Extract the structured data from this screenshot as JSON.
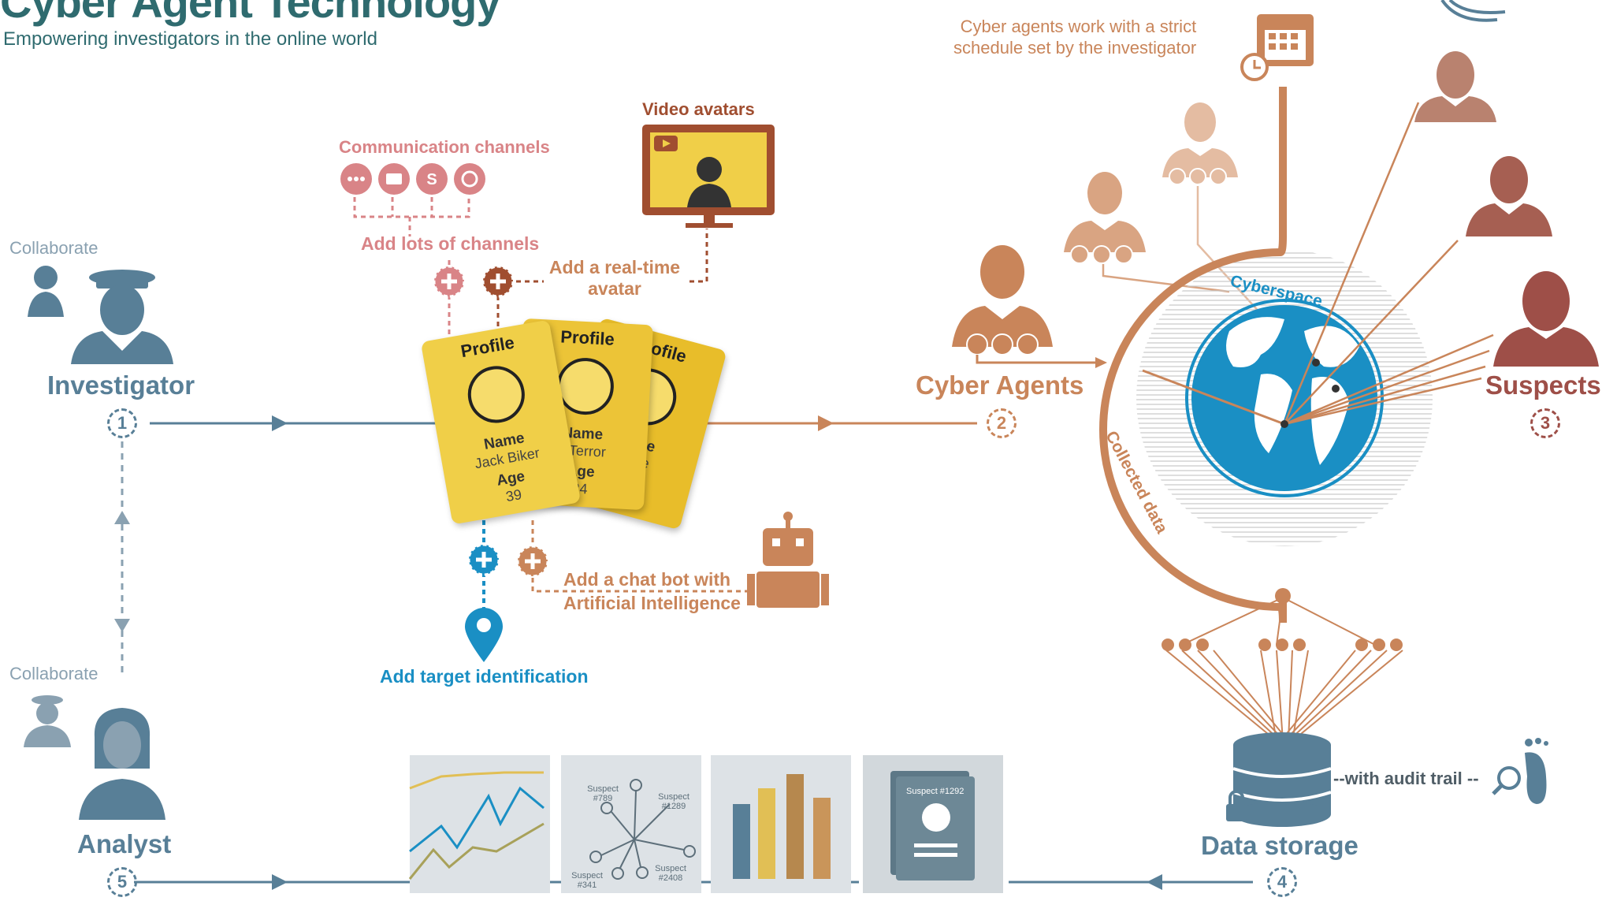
{
  "header": {
    "title": "Cyber Agent Technology",
    "subtitle": "Empowering investigators in the online world"
  },
  "schedule_note": {
    "line1": "Cyber agents work with a strict",
    "line2": "schedule set by the investigator"
  },
  "investigator": {
    "collaborate": "Collaborate",
    "label": "Investigator",
    "step": "1"
  },
  "analyst": {
    "collaborate": "Collaborate",
    "label": "Analyst",
    "step": "5"
  },
  "channels": {
    "title": "Communication channels",
    "add_label": "Add lots of channels",
    "icons": [
      "chat-bubble-icon",
      "mail-icon",
      "skype-icon",
      "whatsapp-icon"
    ]
  },
  "video": {
    "title": "Video avatars",
    "add_line1": "Add a real-time",
    "add_line2": "avatar"
  },
  "profiles": [
    {
      "header": "Profile",
      "name_label": "Name",
      "name": "Jack Biker",
      "age_label": "Age",
      "age": "39"
    },
    {
      "header": "Profile",
      "name_label": "Name",
      "name": "n Terror",
      "age_label": "Age",
      "age": "24"
    },
    {
      "header": "Profile",
      "name_label": "Name",
      "name": "veetie",
      "age_label": "ge",
      "age": ""
    }
  ],
  "chatbot": {
    "line1": "Add a chat bot with",
    "line2": "Artificial Intelligence"
  },
  "target": {
    "label": "Add target identification"
  },
  "agents": {
    "label": "Cyber Agents",
    "step": "2"
  },
  "cyberspace": {
    "label": "Cyberspace",
    "collected": "Collected data"
  },
  "suspects": {
    "label": "Suspects",
    "step": "3"
  },
  "storage": {
    "label": "Data storage",
    "step": "4",
    "audit": "--with audit trail --"
  },
  "network_labels": [
    "Suspect #789",
    "Suspect #1289",
    "Suspect #341",
    "Suspect #2408"
  ],
  "dossier": {
    "label": "Suspect #1292"
  },
  "colors": {
    "investigator": "#587f97",
    "agents": "#c9855a",
    "suspects": "#9e4f48",
    "pink": "#d98487",
    "blue": "#1a8fc4",
    "card": "#f0cf48"
  }
}
